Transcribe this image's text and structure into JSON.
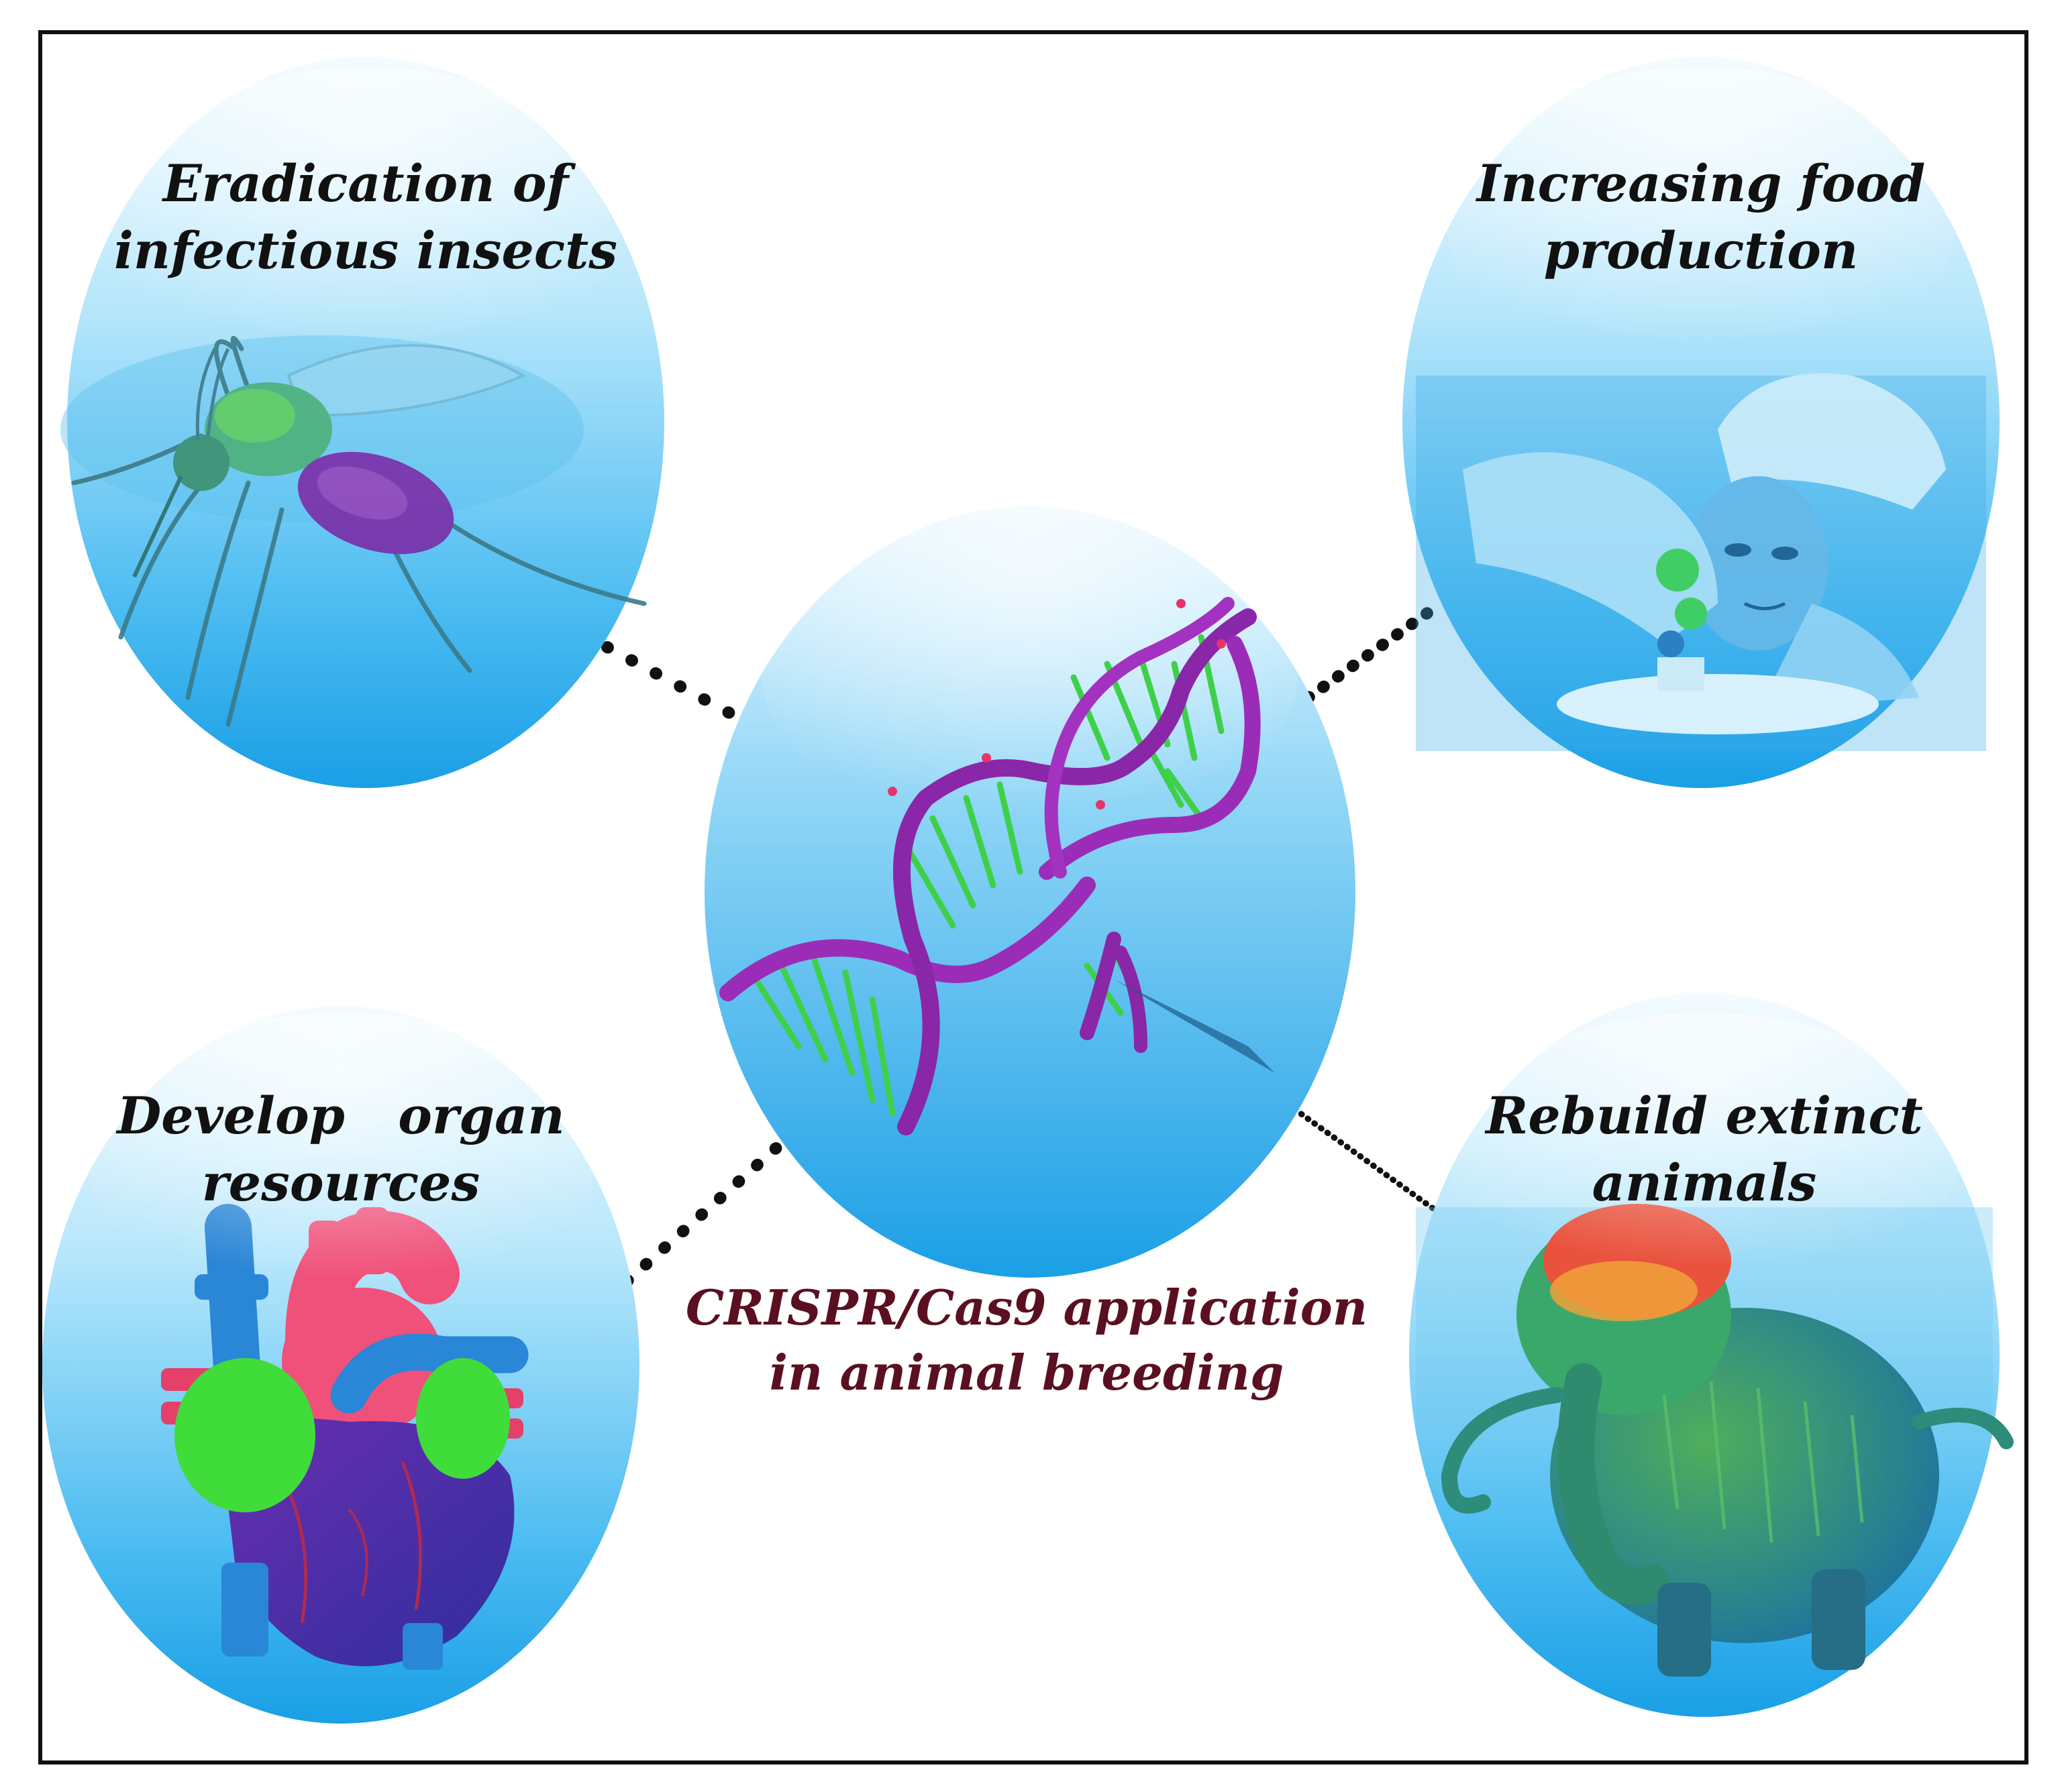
{
  "center": {
    "title_line1": "CRISPR/Cas9 application",
    "title_line2": "in animal breeding",
    "title_color": "#5a1020"
  },
  "nodes": {
    "top_left": {
      "line1": "Eradication of",
      "line2": "infectious insects",
      "icon": "mosquito-icon"
    },
    "top_right": {
      "line1": "Increasing food",
      "line2": "production",
      "icon": "chef-icon"
    },
    "bottom_left": {
      "line1": "Develop   organ",
      "line2": "resources",
      "icon": "heart-icon"
    },
    "bottom_right": {
      "line1": "Rebuild extinct",
      "line2": "animals",
      "icon": "mammoth-icon"
    }
  },
  "colors": {
    "circle_top": "#f2fbff",
    "circle_mid": "#8fd6f7",
    "circle_bottom": "#1ea5ea",
    "dna_strand": "#9b2cb8",
    "dna_bases": "#3fd04a",
    "frame": "#111111"
  }
}
